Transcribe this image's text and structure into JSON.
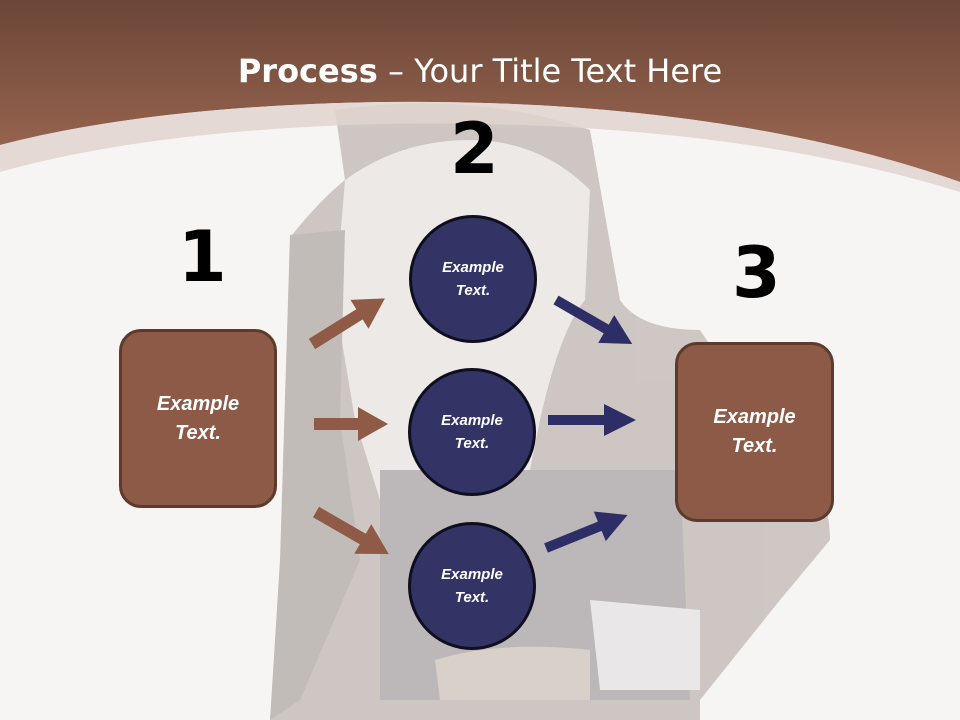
{
  "title": {
    "bold": "Process",
    "rest": " – Your Title Text Here"
  },
  "steps": {
    "one": "1",
    "two": "2",
    "three": "3"
  },
  "start_box": {
    "line1": "Example",
    "line2": "Text."
  },
  "end_box": {
    "line1": "Example",
    "line2": "Text."
  },
  "circles": [
    {
      "line1": "Example",
      "line2": "Text."
    },
    {
      "line1": "Example",
      "line2": "Text."
    },
    {
      "line1": "Example",
      "line2": "Text."
    }
  ],
  "colors": {
    "header": "#8a5a46",
    "box_fill": "#8d5a47",
    "circle_fill": "#333366",
    "arrow_left": "#8f5a46",
    "arrow_right": "#2e2e66"
  }
}
